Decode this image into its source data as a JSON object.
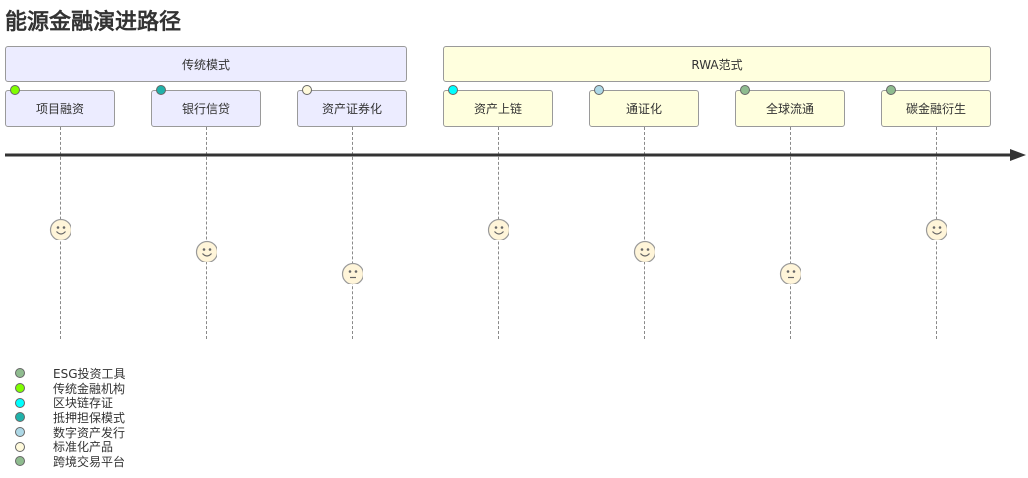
{
  "title": "能源金融演进路径",
  "sections": [
    {
      "label": "传统模式",
      "fill": "#ececff"
    },
    {
      "label": "RWA范式",
      "fill": "#ffffde"
    }
  ],
  "tasks": [
    {
      "label": "项目融资",
      "section": 0,
      "actor_color": "#7fff00",
      "score": 5,
      "mood": "happy"
    },
    {
      "label": "银行信贷",
      "section": 0,
      "actor_color": "#20b2aa",
      "score": 4,
      "mood": "happy"
    },
    {
      "label": "资产证券化",
      "section": 0,
      "actor_color": "#fffadc",
      "score": 3,
      "mood": "neutral"
    },
    {
      "label": "资产上链",
      "section": 1,
      "actor_color": "#00ffff",
      "score": 5,
      "mood": "happy"
    },
    {
      "label": "通证化",
      "section": 1,
      "actor_color": "#add8e6",
      "score": 4,
      "mood": "happy"
    },
    {
      "label": "全球流通",
      "section": 1,
      "actor_color": "#8fbc8f",
      "score": 3,
      "mood": "neutral"
    },
    {
      "label": "碳金融衍生",
      "section": 1,
      "actor_color": "#8fbc8f",
      "score": 5,
      "mood": "happy"
    }
  ],
  "legend": [
    {
      "label": "ESG投资工具",
      "color": "#8fbc8f"
    },
    {
      "label": "传统金融机构",
      "color": "#7fff00"
    },
    {
      "label": "区块链存证",
      "color": "#00ffff"
    },
    {
      "label": "抵押担保模式",
      "color": "#20b2aa"
    },
    {
      "label": "数字资产发行",
      "color": "#add8e6"
    },
    {
      "label": "标准化产品",
      "color": "#fffadc"
    },
    {
      "label": "跨境交易平台",
      "color": "#8fbc8f"
    }
  ]
}
